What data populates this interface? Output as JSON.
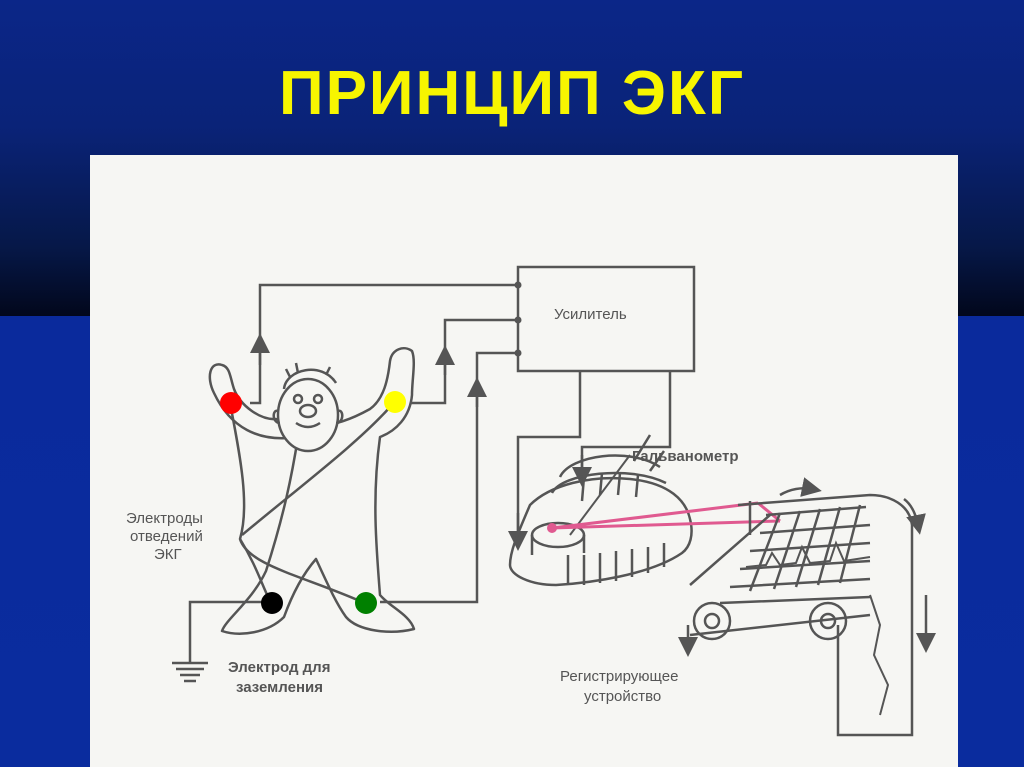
{
  "slide": {
    "title": "ПРИНЦИП ЭКГ"
  },
  "diagram": {
    "amplifier_label": "Усилитель",
    "galvanometer_label": "Гальванометр",
    "electrodes_label": [
      "Электроды",
      "отведений",
      "ЭКГ"
    ],
    "ground_label": [
      "Электрод для",
      "заземления"
    ],
    "recorder_label": [
      "Регистрирующее",
      "устройство"
    ]
  },
  "colors": {
    "title_text": "#f7f500",
    "background": "#0a2a96",
    "panel": "#f6f6f3",
    "electrode_right_arm": "#ff0000",
    "electrode_left_arm": "#ffff00",
    "electrode_right_leg": "#000000",
    "electrode_left_leg": "#008000",
    "light_beam": "#e05a90"
  }
}
